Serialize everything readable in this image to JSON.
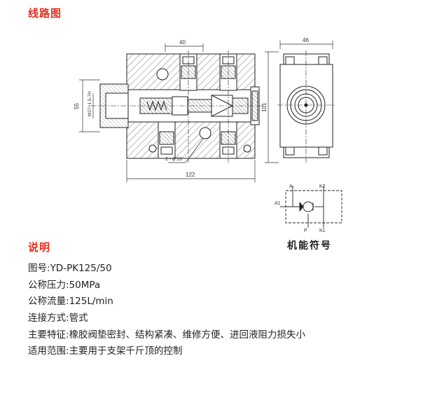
{
  "headings": {
    "circuit_diagram": "线路图",
    "description": "说明"
  },
  "diagram": {
    "dim_40": "40",
    "dim_46": "46",
    "dim_55": "55",
    "dim_101": "101",
    "dim_122": "122",
    "thread": "M27×1.5-7H",
    "hole": "2 - ϕ 13"
  },
  "symbol": {
    "title": "机能符号",
    "port_a": "A",
    "port_k2": "K2",
    "port_a1": "A1",
    "port_p": "P",
    "port_k1": "K1"
  },
  "specs": [
    {
      "label": "图号:",
      "value": "YD-PK125/50"
    },
    {
      "label": "公称压力:",
      "value": "50MPa"
    },
    {
      "label": "公称流量:",
      "value": "125L/min"
    },
    {
      "label": "连接方式:",
      "value": "管式"
    },
    {
      "label": "主要特征:",
      "value": "橡胶阀垫密封、结构紧凑、维修方便、进回液阻力损失小"
    },
    {
      "label": "适用范围:",
      "value": "主要用于支架千斤顶的控制"
    }
  ]
}
